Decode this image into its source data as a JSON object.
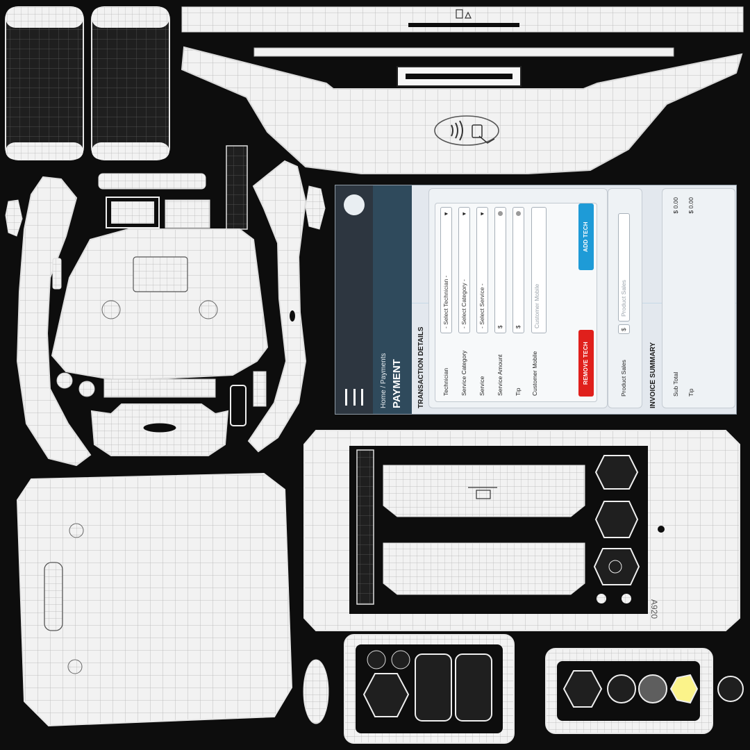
{
  "sheet": {
    "terminal_model_label": "A920",
    "background": "#0d0d0d",
    "wire_color": "#f2f2f2",
    "yellow_button_color": "#fbf38a",
    "icons": [
      "contactless-icon",
      "card-slot-icon",
      "card-insert-icon"
    ]
  },
  "screen": {
    "breadcrumb": "Home / Payments",
    "page_title": "PAYMENT",
    "transaction": {
      "title": "TRANSACTION DETAILS",
      "labels": {
        "technician": "Technician",
        "service_category": "Service Category",
        "service": "Service",
        "service_amount": "Service Amount",
        "tip": "Tip",
        "customer_mobile": "Customer Mobile"
      },
      "fields": {
        "technician": "- Select Technician -",
        "service_category": "- Select Category -",
        "service": "- Select Service -",
        "amount_currency": "$",
        "tip_currency": "$",
        "customer_mobile_placeholder": "Customer Mobile"
      },
      "add_tech": "ADD TECH",
      "remove_tech": "REMOVE TECH",
      "product_sales_label": "Product Sales",
      "product_sales_currency": "$",
      "product_sales_placeholder": "Product Sales"
    },
    "invoice": {
      "title": "INVOICE SUMMARY",
      "sub_total_label": "Sub Total",
      "sub_total_value": "$ 0.00",
      "tip_label": "Tip",
      "tip_value": "$ 0.00"
    },
    "colors": {
      "topbar": "#2d3640",
      "header": "#2f4a5c",
      "add_button": "#1e9bd7",
      "remove_button": "#e0201c"
    }
  }
}
